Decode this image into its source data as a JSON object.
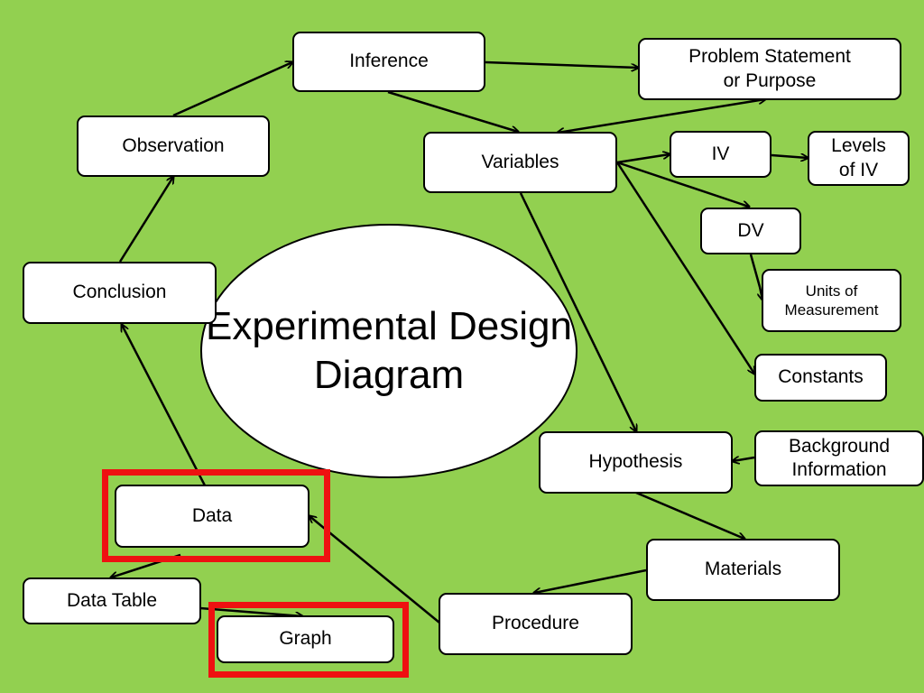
{
  "diagram": {
    "center_title": [
      "Experimental",
      "Design",
      "Diagram"
    ],
    "nodes": {
      "inference": "Inference",
      "problem_statement": [
        "Problem Statement",
        "or Purpose"
      ],
      "observation": "Observation",
      "variables": "Variables",
      "iv": "IV",
      "levels_of_iv": [
        "Levels",
        "of IV"
      ],
      "dv": "DV",
      "units": [
        "Units of",
        "Measurement"
      ],
      "conclusion": "Conclusion",
      "constants": "Constants",
      "hypothesis": "Hypothesis",
      "background": [
        "Background",
        "Information"
      ],
      "data": "Data",
      "materials": "Materials",
      "data_table": "Data Table",
      "procedure": "Procedure",
      "graph": "Graph"
    },
    "highlighted": [
      "Data",
      "Graph"
    ],
    "colors": {
      "background": "#92d050",
      "highlight": "#ee1111",
      "node_fill": "#ffffff",
      "line": "#000000"
    }
  }
}
